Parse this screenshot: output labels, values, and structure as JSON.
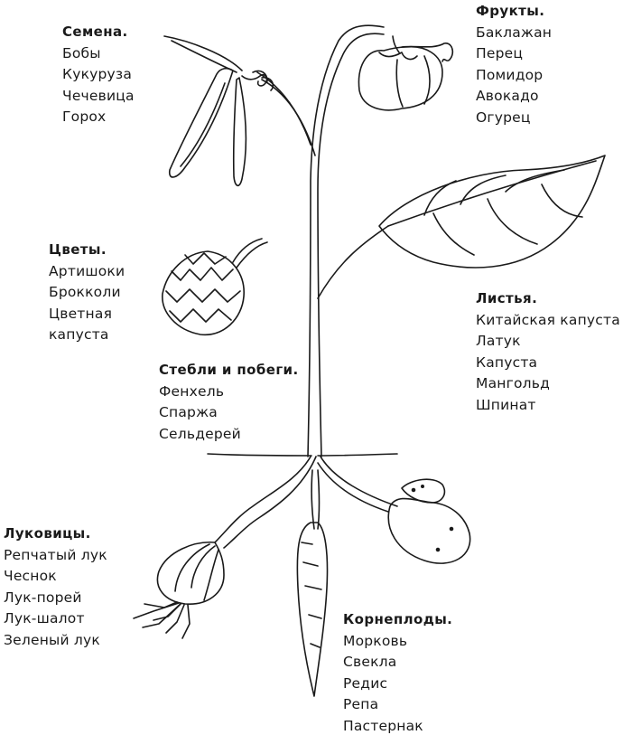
{
  "groups": {
    "seeds": {
      "title": "Семена.",
      "items": [
        "Бобы",
        "Кукуруза",
        "Чечевица",
        "Горох"
      ]
    },
    "fruits": {
      "title": "Фрукты.",
      "items": [
        "Баклажан",
        "Перец",
        "Помидор",
        "Авокадо",
        "Огурец"
      ]
    },
    "flowers": {
      "title": "Цветы.",
      "items": [
        "Артишоки",
        "Брокколи",
        "Цветная",
        "капуста"
      ]
    },
    "leaves": {
      "title": "Листья.",
      "items": [
        "Китайская капуста",
        "Латук",
        "Капуста",
        "Мангольд",
        "Шпинат"
      ]
    },
    "stems": {
      "title": "Стебли и побеги.",
      "items": [
        "Фенхель",
        "Спаржа",
        "Сельдерей"
      ]
    },
    "bulbs": {
      "title": "Луковицы.",
      "items": [
        "Репчатый лук",
        "Чеснок",
        "Лук-порей",
        "Лук-шалот",
        "Зеленый лук"
      ]
    },
    "roots": {
      "title": "Корнеплоды.",
      "items": [
        "Морковь",
        "Свекла",
        "Редис",
        "Репа",
        "Пастернак"
      ]
    }
  },
  "colors": {
    "ink": "#1a1a1a",
    "background": "#ffffff"
  }
}
